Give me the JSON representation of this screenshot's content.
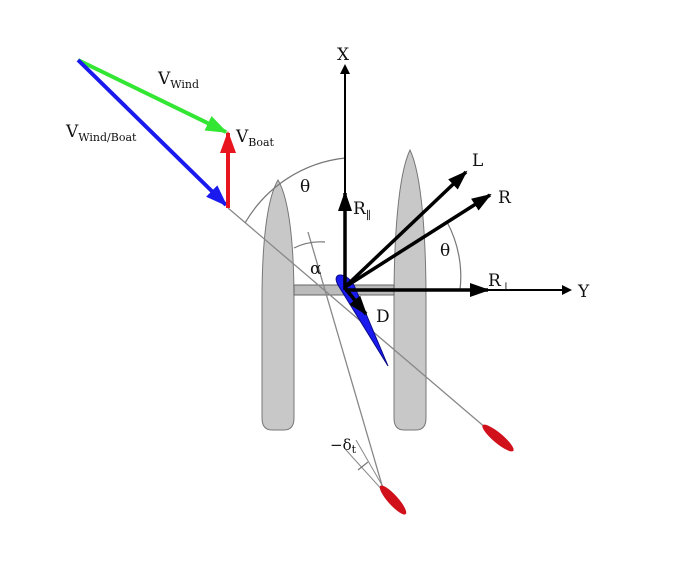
{
  "labels": {
    "x_axis": "X",
    "y_axis": "Y",
    "v_wind": "V",
    "v_wind_sub": "Wind",
    "v_wind_boat": "V",
    "v_wind_boat_sub": "Wind/Boat",
    "v_boat": "V",
    "v_boat_sub": "Boat",
    "r_parallel": "R",
    "r_parallel_sub": "∥",
    "r_perp": "R",
    "r_perp_sub": "⊥",
    "lift": "L",
    "resultant": "R",
    "drag": "D",
    "theta_1": "θ",
    "theta_2": "θ",
    "alpha": "α",
    "delta_t": "−δ",
    "delta_t_sub": "t"
  },
  "colors": {
    "wind": "#33e633",
    "wind_boat": "#1a1aee",
    "boat": "#e8141e",
    "hull": "#c8c8c8",
    "sail": "#1a1aee",
    "tail": "#d0101a"
  }
}
